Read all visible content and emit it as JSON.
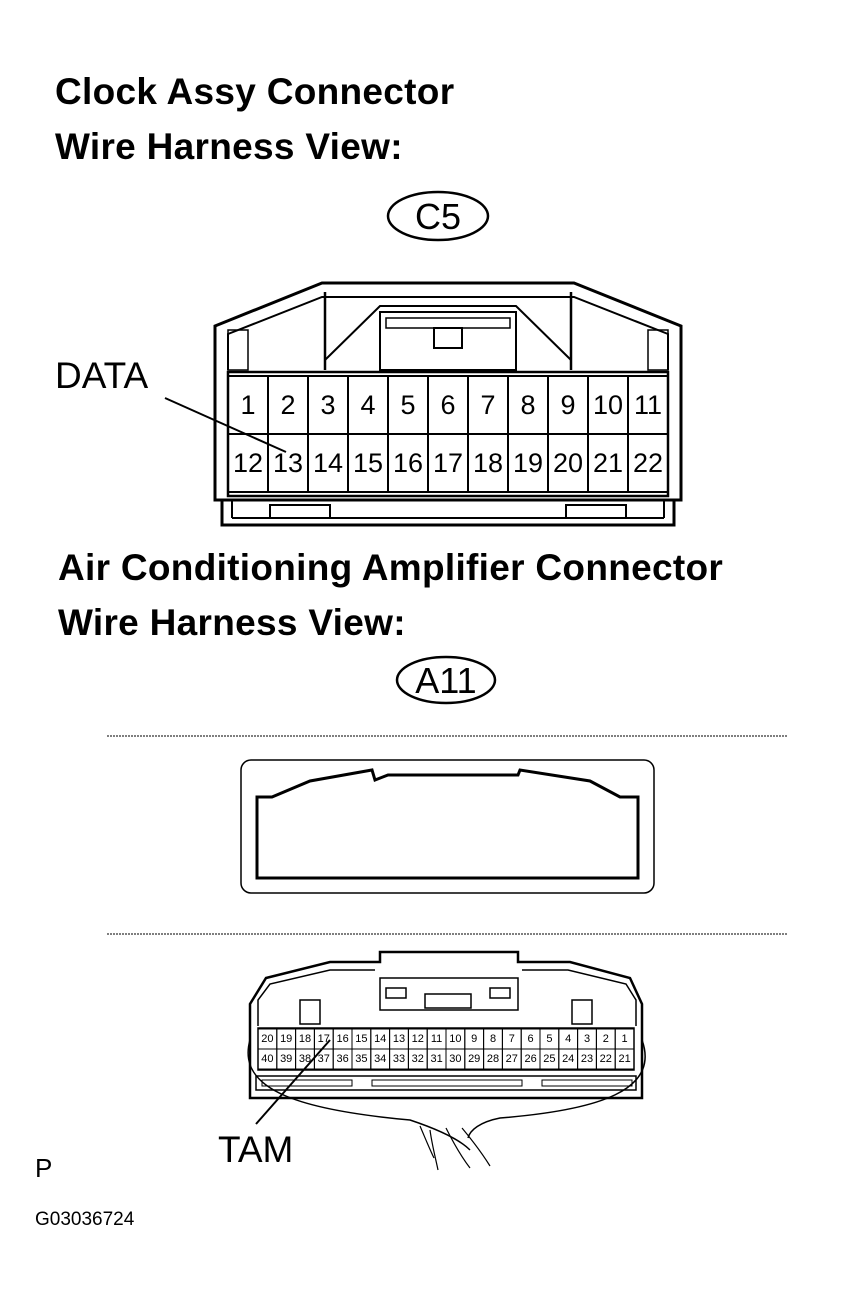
{
  "titles": {
    "clock_connector": "Clock Assy Connector",
    "clock_view": "Wire Harness View:",
    "ac_connector": "Air Conditioning Amplifier Connector",
    "ac_view": "Wire Harness View:"
  },
  "c5": {
    "code": "C5",
    "callout": "DATA",
    "row1": [
      "1",
      "2",
      "3",
      "4",
      "5",
      "6",
      "7",
      "8",
      "9",
      "10",
      "11"
    ],
    "row2": [
      "12",
      "13",
      "14",
      "15",
      "16",
      "17",
      "18",
      "19",
      "20",
      "21",
      "22"
    ]
  },
  "a11": {
    "code": "A11",
    "callout": "TAM",
    "row1": [
      "20",
      "19",
      "18",
      "17",
      "16",
      "15",
      "14",
      "13",
      "12",
      "11",
      "10",
      "9",
      "8",
      "7",
      "6",
      "5",
      "4",
      "3",
      "2",
      "1"
    ],
    "row2": [
      "40",
      "39",
      "38",
      "37",
      "36",
      "35",
      "34",
      "33",
      "32",
      "31",
      "30",
      "29",
      "28",
      "27",
      "26",
      "25",
      "24",
      "23",
      "22",
      "21"
    ]
  },
  "footer": {
    "letter": "P",
    "figure_id": "G03036724"
  }
}
